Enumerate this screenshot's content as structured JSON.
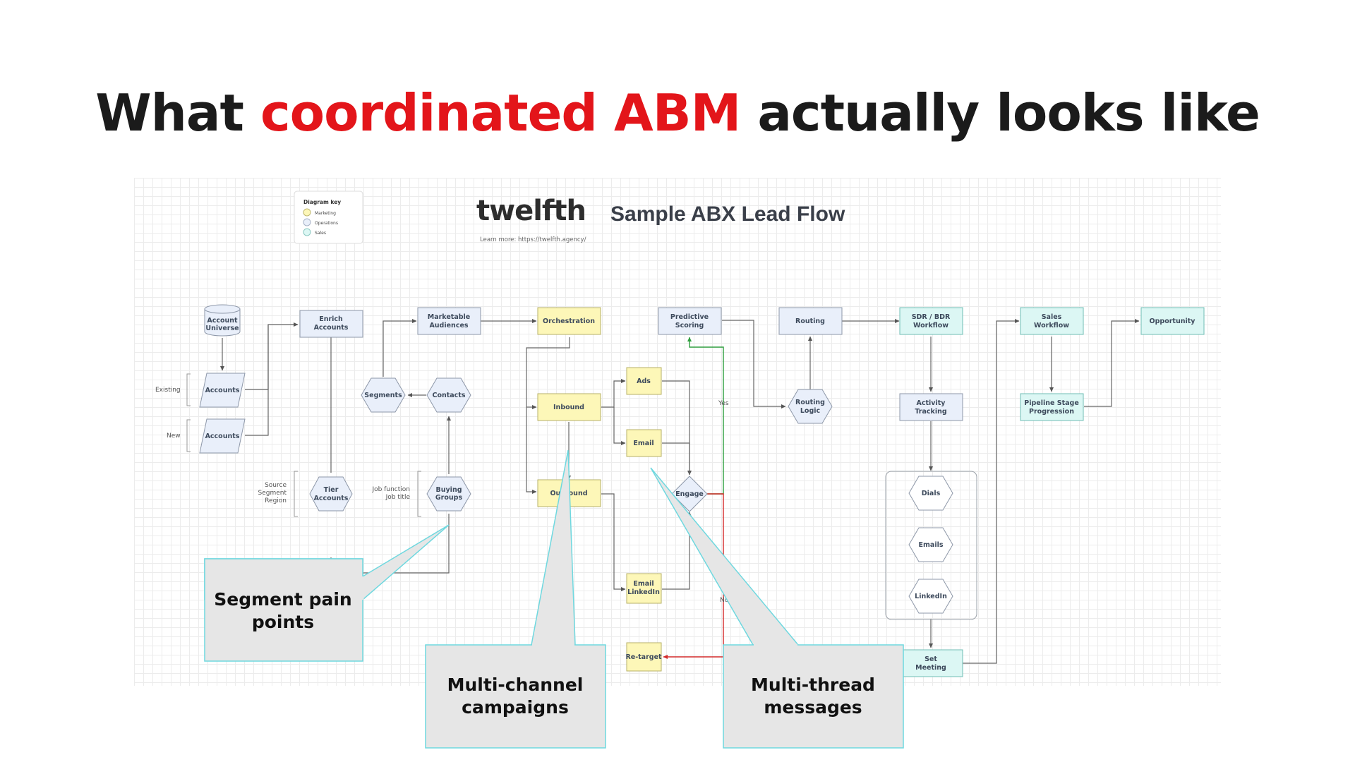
{
  "headline": {
    "before": "What ",
    "accent": "coordinated ABM",
    "after": " actually looks like"
  },
  "colors": {
    "accent": "#e3151a",
    "marketing": "#fdf7b8",
    "operations": "#e9effa",
    "sales": "#dcf7f4",
    "callout_border": "#6fd8df",
    "callout_fill": "#e6e6e6"
  },
  "board": {
    "brand": "twelfth",
    "title": "Sample ABX Lead Flow",
    "learn_more": "Learn more: https://twelfth.agency/",
    "key": {
      "title": "Diagram key",
      "items": [
        "Marketing",
        "Operations",
        "Sales"
      ]
    }
  },
  "nodes": {
    "account_universe": [
      "Account",
      "Universe"
    ],
    "accounts_existing": [
      "Accounts"
    ],
    "accounts_new": [
      "Accounts"
    ],
    "enrich_accounts": [
      "Enrich",
      "Accounts"
    ],
    "tier_accounts": [
      "Tier",
      "Accounts"
    ],
    "marketable_audiences": [
      "Marketable",
      "Audiences"
    ],
    "segments": [
      "Segments"
    ],
    "contacts": [
      "Contacts"
    ],
    "buying_groups": [
      "Buying",
      "Groups"
    ],
    "orchestration": [
      "Orchestration"
    ],
    "inbound": [
      "Inbound"
    ],
    "outbound": [
      "Outbound"
    ],
    "ads": [
      "Ads"
    ],
    "email": [
      "Email"
    ],
    "email_linkedin": [
      "Email",
      "LinkedIn"
    ],
    "retarget": [
      "Re-target"
    ],
    "engage": [
      "Engage"
    ],
    "predictive_scoring": [
      "Predictive",
      "Scoring"
    ],
    "routing": [
      "Routing"
    ],
    "routing_logic": [
      "Routing",
      "Logic"
    ],
    "sdr_bdr_workflow": [
      "SDR / BDR",
      "Workflow"
    ],
    "activity_tracking": [
      "Activity",
      "Tracking"
    ],
    "dials": [
      "Dials"
    ],
    "emails": [
      "Emails"
    ],
    "linkedin": [
      "LinkedIn"
    ],
    "set_meeting": [
      "Set",
      "Meeting"
    ],
    "sales_workflow": [
      "Sales",
      "Workflow"
    ],
    "pipeline_stage_progression": [
      "Pipeline Stage",
      "Progression"
    ],
    "opportunity": [
      "Opportunity"
    ]
  },
  "side_labels": {
    "existing": "Existing",
    "new": "New",
    "tier_criteria": [
      "Source",
      "Segment",
      "Region"
    ],
    "buying_criteria": [
      "Job function",
      "Job title"
    ],
    "yes": "Yes",
    "no": "No"
  },
  "callouts": {
    "segment": [
      "Segment pain",
      "points"
    ],
    "multichannel": [
      "Multi-channel",
      "campaigns"
    ],
    "multithread": [
      "Multi-thread",
      "messages"
    ]
  }
}
